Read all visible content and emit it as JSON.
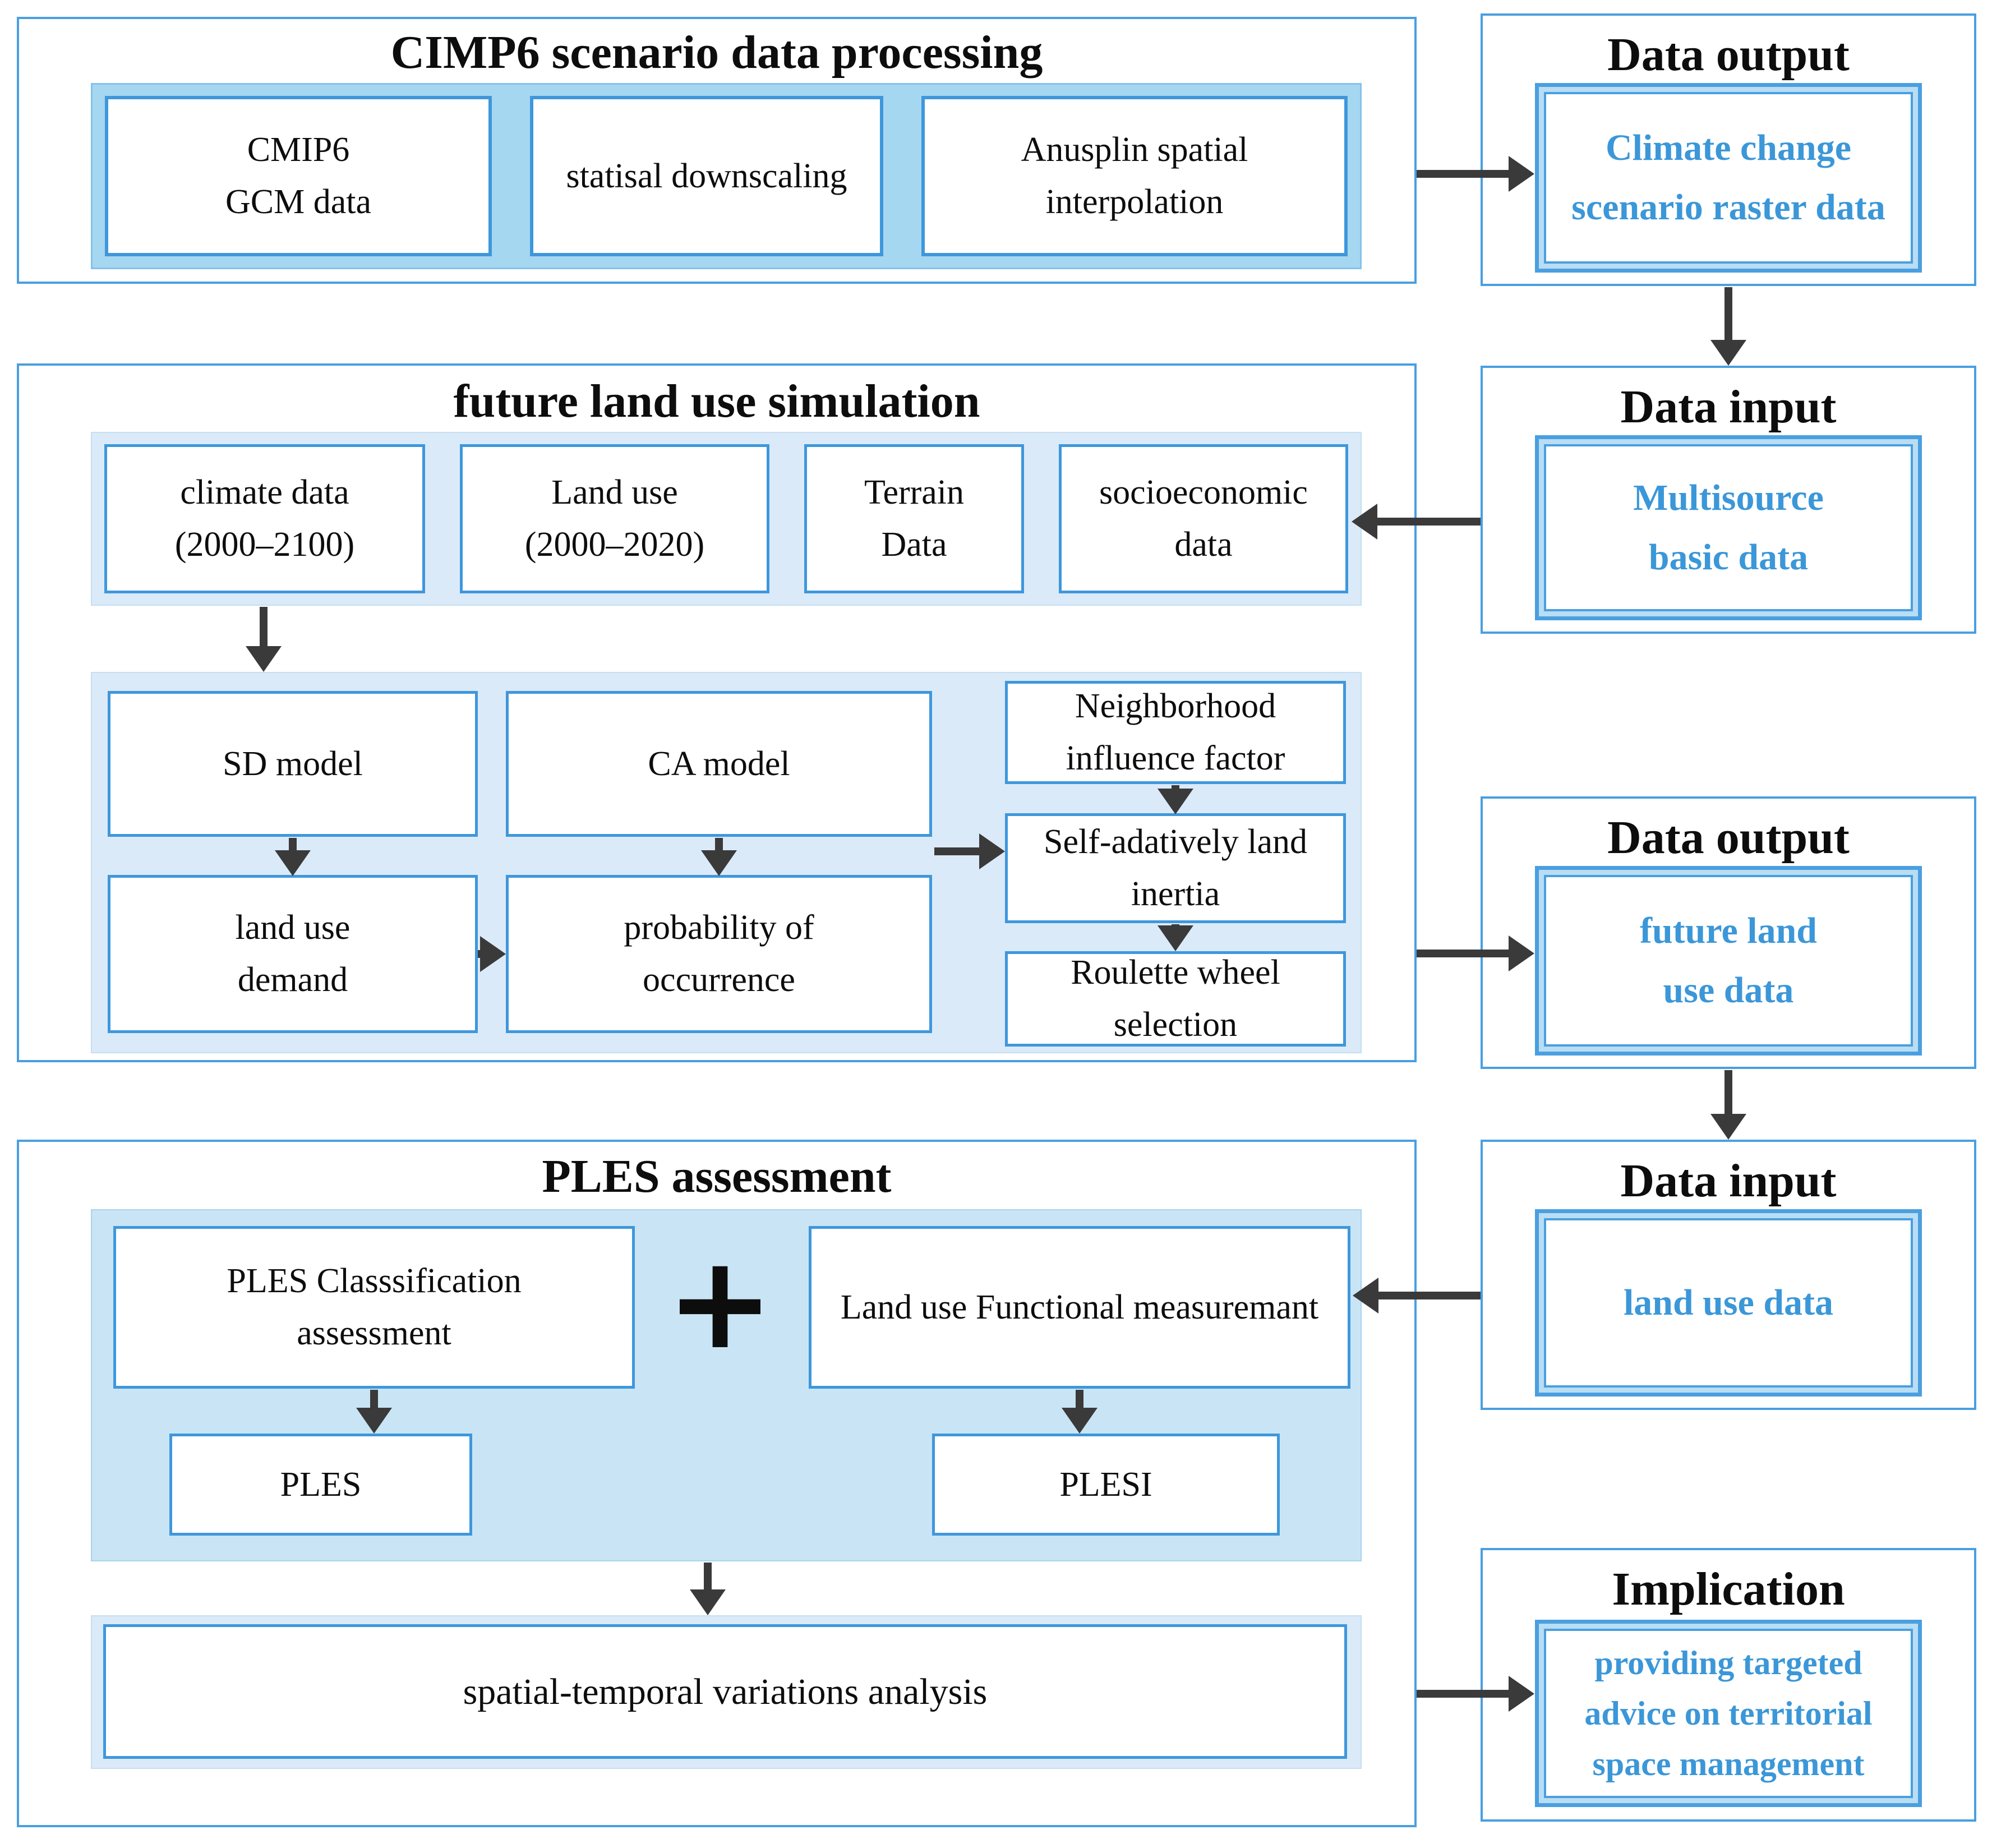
{
  "palette": {
    "section_border": "#4a9fe0",
    "box_border": "#3e97dc",
    "container_top_fill": "#a6d7f0",
    "container_light_fill": "#dbeaf8",
    "container_ples_fill": "#c9e5f5",
    "double_box_band_fill": "#b9ddf3",
    "blue_text": "#3b97d8",
    "black_text": "#0d0d0d",
    "arrow_color": "#3a3a3a"
  },
  "cimp6_section": {
    "title": "CIMP6 scenario data processing",
    "boxes": [
      "CMIP6\nGCM data",
      "statisal downscaling",
      "Anusplin spatial\ninterpolation"
    ]
  },
  "data_output_1": {
    "title": "Data output",
    "value": "Climate change\nscenario raster data"
  },
  "data_input_1": {
    "title": "Data input",
    "value": "Multisource\nbasic data"
  },
  "simulation_section": {
    "title": "future land use simulation",
    "inputs": [
      "climate data\n(2000–2100)",
      "Land use\n(2000–2020)",
      "Terrain\nData",
      "socioeconomic\ndata"
    ],
    "sd_model": "SD model",
    "ca_model": "CA model",
    "land_use_demand": "land use\ndemand",
    "probability": "probability of\noccurrence",
    "neighborhood": "Neighborhood\ninfluence factor",
    "self_adaptive": "Self-adatively land\ninertia",
    "roulette": "Roulette wheel\nselection"
  },
  "data_output_2": {
    "title": "Data output",
    "value": "future land\nuse data"
  },
  "data_input_2": {
    "title": "Data input",
    "value": "land use data"
  },
  "ples_section": {
    "title": "PLES assessment",
    "classification": "PLES Classsification\nassessment",
    "plus_label": "+",
    "functional": "Land use Functional measuremant",
    "ples": "PLES",
    "plesi": "PLESI",
    "analysis": "spatial-temporal variations analysis"
  },
  "implication_section": {
    "title": "Implication",
    "value": "providing targeted\nadvice on territorial\nspace management"
  }
}
